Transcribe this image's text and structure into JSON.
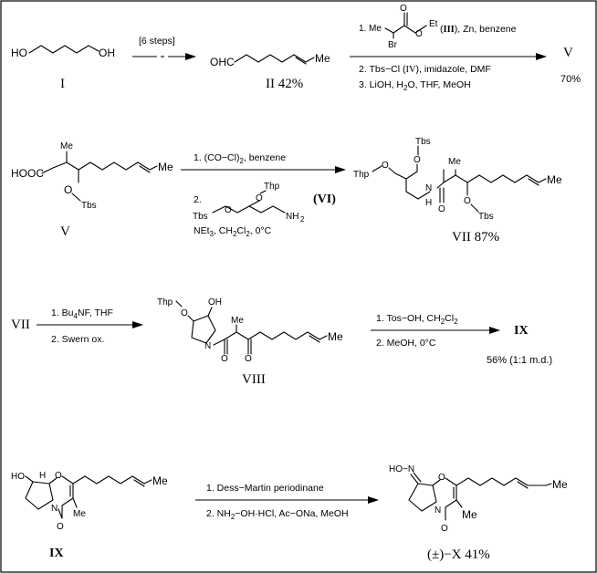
{
  "compounds": {
    "I": "I",
    "II": "II 42%",
    "V_label": "V",
    "V_yield": "70%",
    "V_row2": "V",
    "VI": "(VI)",
    "VII_row2": "VII 87%",
    "VII_row3": "VII",
    "VIII": "VIII",
    "IX_row3": "IX",
    "IX_yield": "56% (1:1 m.d.)",
    "IX_row4": "IX",
    "X": "(±)−X 41%"
  },
  "reagents": {
    "step1": "[6 steps]",
    "step2": [
      "1. Ethyl 2-bromopropanoate (III), Zn, benzene",
      "2. Tbs−Cl (IV), imidazole, DMF",
      "3. LiOH, H2O, THF, MeOH"
    ],
    "step3": [
      "1. (CO−Cl)2, benzene",
      "2. (VI)",
      "NEt3, CH2Cl2, 0°C"
    ],
    "step4": [
      "1. Bu4NF, THF",
      "2. Swern ox."
    ],
    "step5": [
      "1. Tos−OH, CH2Cl2",
      "2. MeOH, 0°C"
    ],
    "step6": [
      "1. Dess−Martin periodinane",
      "2. NH2−OH·HCl, Ac−ONa, MeOH"
    ]
  },
  "atom_labels": {
    "HO": "HO",
    "OH": "OH",
    "OHC": "OHC",
    "Me": "Me",
    "Et": "Et",
    "Br": "Br",
    "O": "O",
    "HOOC": "HOOC",
    "Tbs": "Tbs",
    "Thp": "Thp",
    "NH2": "NH",
    "N": "N",
    "H": "H",
    "HON": "HO−N"
  }
}
